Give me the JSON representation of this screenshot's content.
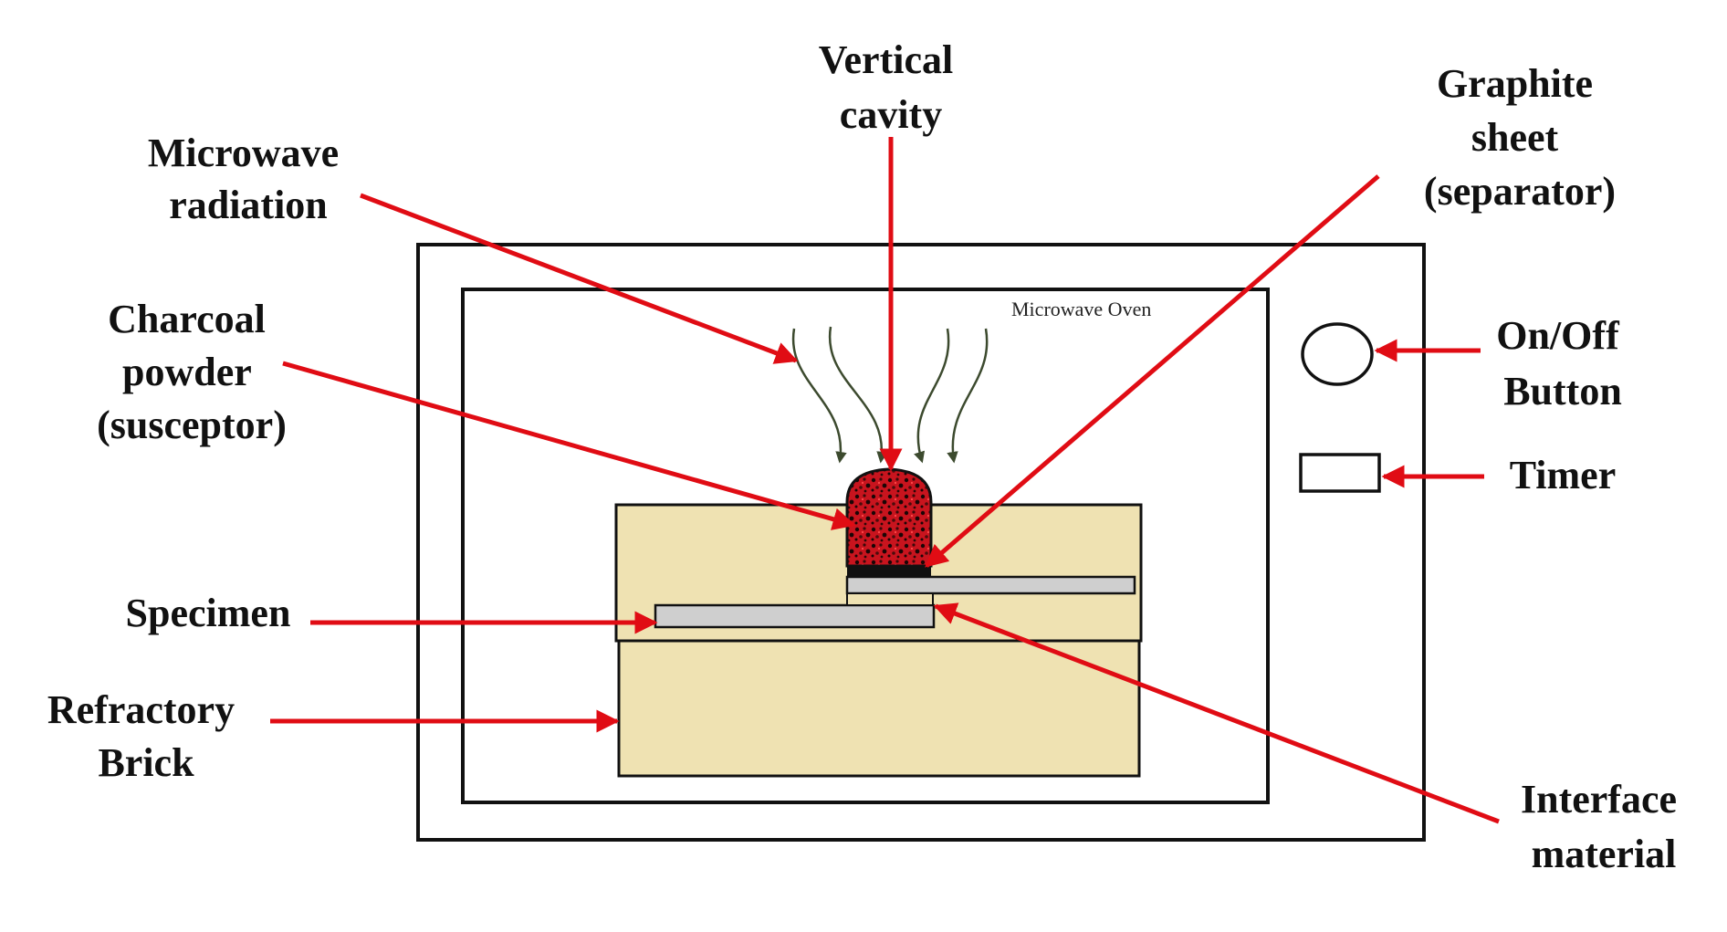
{
  "diagram": {
    "oven_label": "Microwave Oven",
    "labels": {
      "vertical_cavity": [
        "Vertical",
        "cavity"
      ],
      "graphite_sheet": [
        "Graphite",
        "sheet",
        "(separator)"
      ],
      "microwave_radiation": [
        "Microwave",
        "radiation"
      ],
      "charcoal_powder": [
        "Charcoal",
        "powder",
        "(susceptor)"
      ],
      "on_off_button": [
        "On/Off",
        "Button"
      ],
      "timer": [
        "Timer"
      ],
      "specimen": [
        "Specimen"
      ],
      "refractory_brick": [
        "Refractory",
        "Brick"
      ],
      "interface_material": [
        "Interface",
        "material"
      ]
    },
    "colors": {
      "pointer": "#e00c14",
      "brick": "#efe2b2",
      "susceptor": "#c8141e",
      "bar": "#cfcfcf",
      "wave": "#3c4a2e"
    }
  }
}
